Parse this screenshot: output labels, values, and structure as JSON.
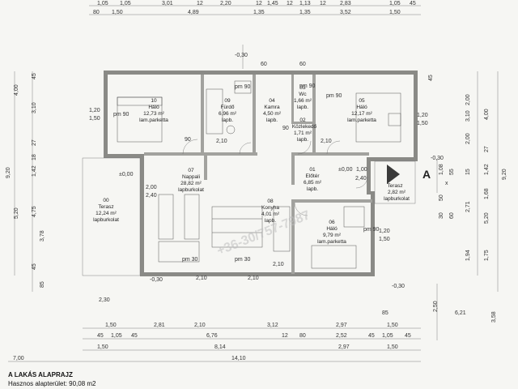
{
  "title": "A LAKÁS ALAPRAJZ",
  "subtitle": "Hasznos alapterület: 90,08 m2",
  "watermark": "+36-30/757-7987",
  "section_marker": "A",
  "rooms": [
    {
      "num": "10",
      "name": "Háló",
      "area": "12,73 m²",
      "floor": "lam.parketta"
    },
    {
      "num": "09",
      "name": "Fürdő",
      "area": "6,96 m²",
      "floor": "lapb."
    },
    {
      "num": "04",
      "name": "Kamra",
      "area": "4,50 m²",
      "floor": "lapb."
    },
    {
      "num": "03",
      "name": "Wc",
      "area": "1,66 m²",
      "floor": "lapb."
    },
    {
      "num": "02",
      "name": "Közlekedő",
      "area": "1,71 m²",
      "floor": "lapb."
    },
    {
      "num": "05",
      "name": "Háló",
      "area": "12,17 m²",
      "floor": "lam.parketta"
    },
    {
      "num": "07",
      "name": "Nappali",
      "area": "28,82 m²",
      "floor": "lapburkolat"
    },
    {
      "num": "00",
      "name": "Terasz",
      "area": "12,24 m²",
      "floor": "lapburkolat"
    },
    {
      "num": "01",
      "name": "Előtér",
      "area": "6,85 m²",
      "floor": "lapb."
    },
    {
      "num": "08",
      "name": "Konyha",
      "area": "4,01 m²",
      "floor": "lapb."
    },
    {
      "num": "06",
      "name": "Háló",
      "area": "9,79 m²",
      "floor": "lam.parketta"
    },
    {
      "num": "",
      "name": "Terasz",
      "area": "2,82 m²",
      "floor": "lapburkolat"
    }
  ],
  "dims_top_row1": [
    "1,05",
    "1,05",
    "3,01",
    "12",
    "2,20",
    "12",
    "1,45",
    "12",
    "1,13",
    "12",
    "2,83",
    "1,05",
    "45"
  ],
  "dims_top_row2": [
    "80",
    "1,50",
    "4,89",
    "1,35",
    "1,35",
    "3,52",
    "1,50"
  ],
  "dims_bottom_row1": [
    "1,50",
    "2,81",
    "2,10",
    "3,12",
    "2,97",
    "1,50"
  ],
  "dims_bottom_row2": [
    "45",
    "1,05",
    "45",
    "6,76",
    "12",
    "80",
    "2,52",
    "45",
    "1,05",
    "45"
  ],
  "dims_bottom_row3": [
    "1,50",
    "8,14",
    "2,97",
    "1,50"
  ],
  "dims_bottom_row4": [
    "7,00",
    "14,10"
  ],
  "dims_left_col1": [
    "45",
    "4,00",
    "3,10",
    "27",
    "18",
    "1,42",
    "9,20",
    "5,20",
    "4,75",
    "3,78",
    "45",
    "85"
  ],
  "dims_right_col1": [
    "2,00",
    "3,10",
    "4,00",
    "2,00",
    "27",
    "15",
    "1,42",
    "9,20",
    "2,71",
    "1,68",
    "5,20",
    "1,94",
    "1,75",
    "3,58"
  ],
  "dims_right_extra": [
    "45",
    "55",
    "50",
    "30",
    "60",
    "1,08",
    "2,50",
    "6,21",
    "85"
  ],
  "level_marks": [
    "-0,30",
    "-0,30",
    "-0,30",
    "-0,30",
    "±0,00",
    "±0,00",
    "1,00"
  ],
  "labels_misc": [
    "pm 90",
    "pm 90",
    "pm 90",
    "pm 90",
    "pm 90",
    "pm 30",
    "pm 30",
    "1,20",
    "1,50",
    "1,20",
    "1,50",
    "1,20",
    "1,50",
    "2,00",
    "2,40",
    "2,10",
    "2,10",
    "90",
    "90",
    "60",
    "60",
    "2,40",
    "2,10",
    "2,10",
    "2,10",
    "2,30",
    "x"
  ]
}
